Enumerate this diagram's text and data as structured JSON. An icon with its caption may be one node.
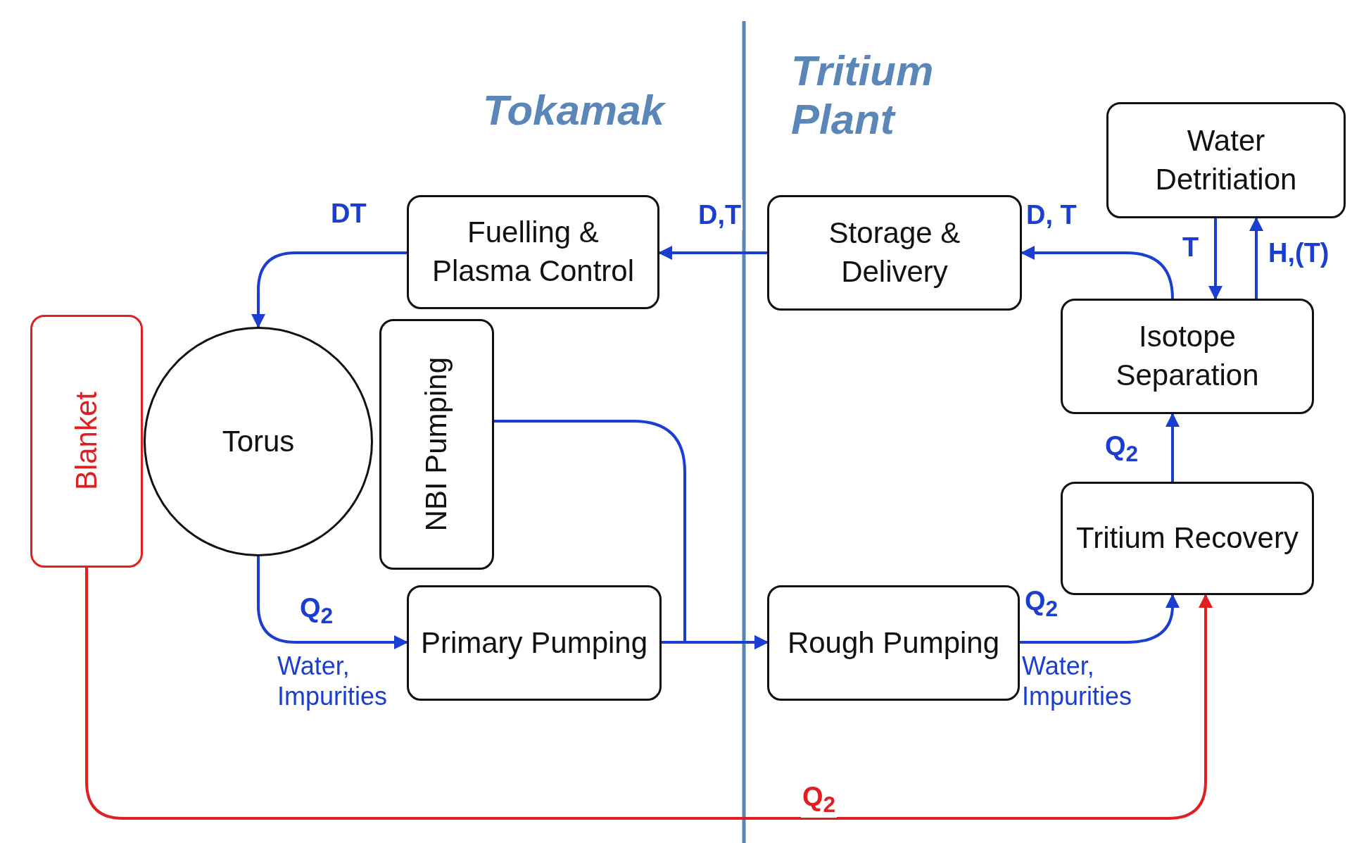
{
  "diagram": {
    "nodes": [
      {
        "text": [
          "Fuelling & Plasma Control"
        ]
      },
      {
        "text": [
          "Storage & Delivery"
        ]
      },
      {
        "text": [
          "Water Detritiation"
        ]
      },
      {
        "text": [
          "Blanket"
        ]
      },
      {
        "text": [
          "Torus"
        ]
      },
      {
        "text": [
          "NBI Pumping"
        ]
      },
      {
        "text": [
          "Isotope Separation"
        ]
      },
      {
        "text": [
          "Primary Pumping"
        ]
      },
      {
        "text": [
          "Rough Pumping"
        ]
      },
      {
        "text": [
          "Tritium Recovery"
        ]
      }
    ],
    "edges": [
      {
        "from": 1,
        "to": 0,
        "arrow": "to",
        "label": "D,T"
      },
      {
        "from": 0,
        "to": 4,
        "arrow": "to",
        "label": "DT"
      },
      {
        "from": 6,
        "to": 1,
        "arrow": "to",
        "label": "D, T"
      },
      {
        "from": 2,
        "to": 6,
        "arrow": "to",
        "label": "T"
      },
      {
        "from": 6,
        "to": 2,
        "arrow": "to",
        "label": "H,(T)"
      },
      {
        "from": 9,
        "to": 6,
        "arrow": "to",
        "label": "Q$_{2}$"
      },
      {
        "from": 4,
        "to": 7,
        "arrow": "to",
        "label": "Q$_{2}$"
      },
      {
        "from": 5,
        "to": 8,
        "arrow": "to"
      },
      {
        "from": 7,
        "to": 8,
        "arrow": "to"
      },
      {
        "from": 8,
        "to": 9,
        "arrow": "to",
        "label": "Q$_{2}$"
      },
      {
        "from": 3,
        "to": 9,
        "arrow": "to",
        "label": "Q$_{2}$",
        "color": "#e02020"
      }
    ],
    "labels": [
      "Tokamak",
      "Tritium Plant",
      "Water, Impurities",
      "Water, Impurities"
    ]
  }
}
